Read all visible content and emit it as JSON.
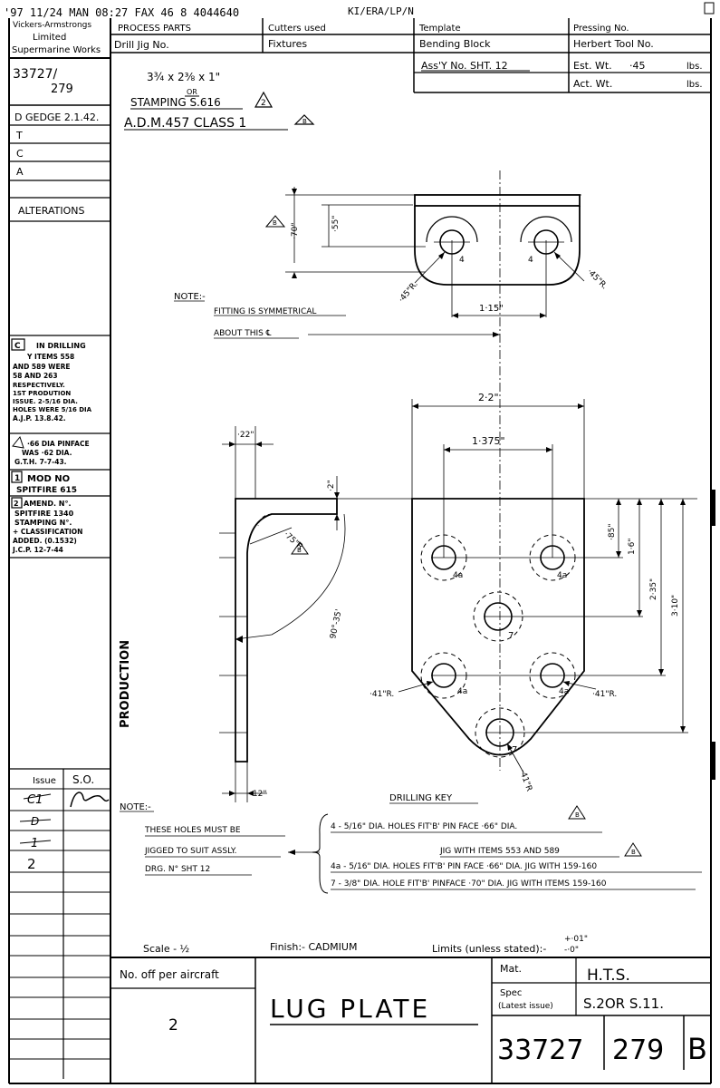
{
  "fax_header": {
    "text": "'97 11/24 MAN 08:27 FAX 46 8 4044640",
    "route": "KI/ERA/LP/N"
  },
  "title_block_top": {
    "process_parts": "PROCESS PARTS",
    "cutters_used": "Cutters used",
    "template": "Template",
    "pressing_no": "Pressing No.",
    "drill_jig": "Drill Jig No.",
    "fixtures": "Fixtures",
    "bending_block": "Bending Block",
    "herbert_tool": "Herbert Tool No.",
    "assy_no": "Ass'Y No. SHT. 12",
    "est_wt_label": "Est. Wt.",
    "est_wt_value": "·45",
    "lbs1": "lbs.",
    "act_wt_label": "Act. Wt.",
    "lbs2": "lbs."
  },
  "left_column": {
    "company_1": "Vickers-Armstrongs",
    "company_2": "Limited",
    "company_3": "Supermarine Works",
    "drawing_no_a": "33727/",
    "drawing_no_b": "279",
    "d_row": "D GEDGE 2.1.42.",
    "t_row": "T",
    "c_row": "C",
    "a_row": "A",
    "alterations": "ALTERATIONS",
    "alt_c_1": "IN DRILLING",
    "alt_c_2": "Y ITEMS 558",
    "alt_c_3": "AND 589 WERE",
    "alt_c_4": "58 AND 263",
    "alt_c_5": "RESPECTIVELY.",
    "alt_c_6": "1ST PRODUTION",
    "alt_c_7": "ISSUE. 2-5/16 DIA.",
    "alt_c_8": "HOLES WERE 5/16 DIA",
    "alt_c_9": "A.J.P. 13.8.42.",
    "alt_b_1": "·66 DIA PINFACE",
    "alt_b_2": "WAS ·62 DIA.",
    "alt_b_3": "G.T.H. 7-7-43.",
    "alt_1_1": "MOD NO",
    "alt_1_2": "SPITFIRE 615",
    "alt_2_1": "AMEND. N°.",
    "alt_2_2": "SPITFIRE 1340",
    "alt_2_3": "STAMPING N°.",
    "alt_2_4": "+ CLASSIFICATION",
    "alt_2_5": "ADDED. (0.1532)",
    "alt_2_6": "J.C.P. 12-7-44",
    "production": "PRODUCTION",
    "issue_hdr": "Issue",
    "so_hdr": "S.O.",
    "issue_1": "C1",
    "issue_2": "D",
    "issue_3": "1",
    "issue_4": "2"
  },
  "material": {
    "size": "3¾ x 2⅜ x 1\"",
    "or": "OR",
    "stamping": "STAMPING S.616",
    "adm": "A.D.M.457  CLASS 1"
  },
  "top_view": {
    "dim_70": "·70\"",
    "dim_55": "·55\"",
    "hole_l": "4",
    "hole_r": "4",
    "rad_l": "·45\"R.",
    "rad_r": "·45\"R.",
    "dim_115": "1·15\""
  },
  "note1": {
    "label": "NOTE:-",
    "l1": "FITTING IS SYMMETRICAL",
    "l2": "ABOUT THIS ℄"
  },
  "plan_view": {
    "dim_22": "2·2\"",
    "dim_1375": "1·375\"",
    "dim_85": "·85\"",
    "dim_16": "1·6\"",
    "dim_235": "2·35\"",
    "dim_310": "3·10\"",
    "h1": "4a",
    "h2": "4a",
    "h3": "7",
    "h4": "4a",
    "h5": "4a",
    "h6": "7",
    "rad_41l": "·41\"R.",
    "rad_41r": "·41\"R.",
    "rad_41b": "·41\"R"
  },
  "side_view": {
    "dim_22": "·22\"",
    "dim_2": "·2\"",
    "rad_75": "·75\"R",
    "angle": "90°-35'",
    "dim_12": "·12\""
  },
  "note2": {
    "label": "NOTE:-",
    "l1": "THESE HOLES MUST BE",
    "l2": "JIGGED TO SUIT ASSLY.",
    "l3": "DRG. N° SHT 12"
  },
  "drilling_key": {
    "title": "DRILLING KEY",
    "k1": "4 - 5/16\" DIA. HOLES FIT'B' PIN FACE ·66\" DIA.",
    "k2": "JIG WITH ITEMS 553 AND 589",
    "k3": "4a - 5/16\" DIA. HOLES FIT'B' PIN FACE ·66\" DIA. JIG WITH 159-160",
    "k4": "7 - 3/8\" DIA. HOLE FIT'B' PINFACE ·70\" DIA. JIG WITH ITEMS 159-160"
  },
  "bottom": {
    "scale": "Scale - ½",
    "finish": "Finish:- CADMIUM",
    "limits": "Limits (unless stated):-",
    "limits_plus": "+·01\"",
    "limits_minus": "-·0\"",
    "no_off": "No. off per aircraft",
    "qty": "2",
    "title": "LUG PLATE",
    "mat_label": "Mat.",
    "mat_value": "H.T.S.",
    "spec_label": "Spec",
    "spec_label2": "(Latest issue)",
    "spec_value": "S.2OR  S.11.",
    "drg_no": "33727",
    "sheet_no": "279",
    "issue": "B"
  },
  "triangle_marks": {
    "two": "2",
    "b": "B"
  },
  "icons": [
    "revision-triangle-icon",
    "centre-line-icon",
    "hole-circle-icon"
  ]
}
